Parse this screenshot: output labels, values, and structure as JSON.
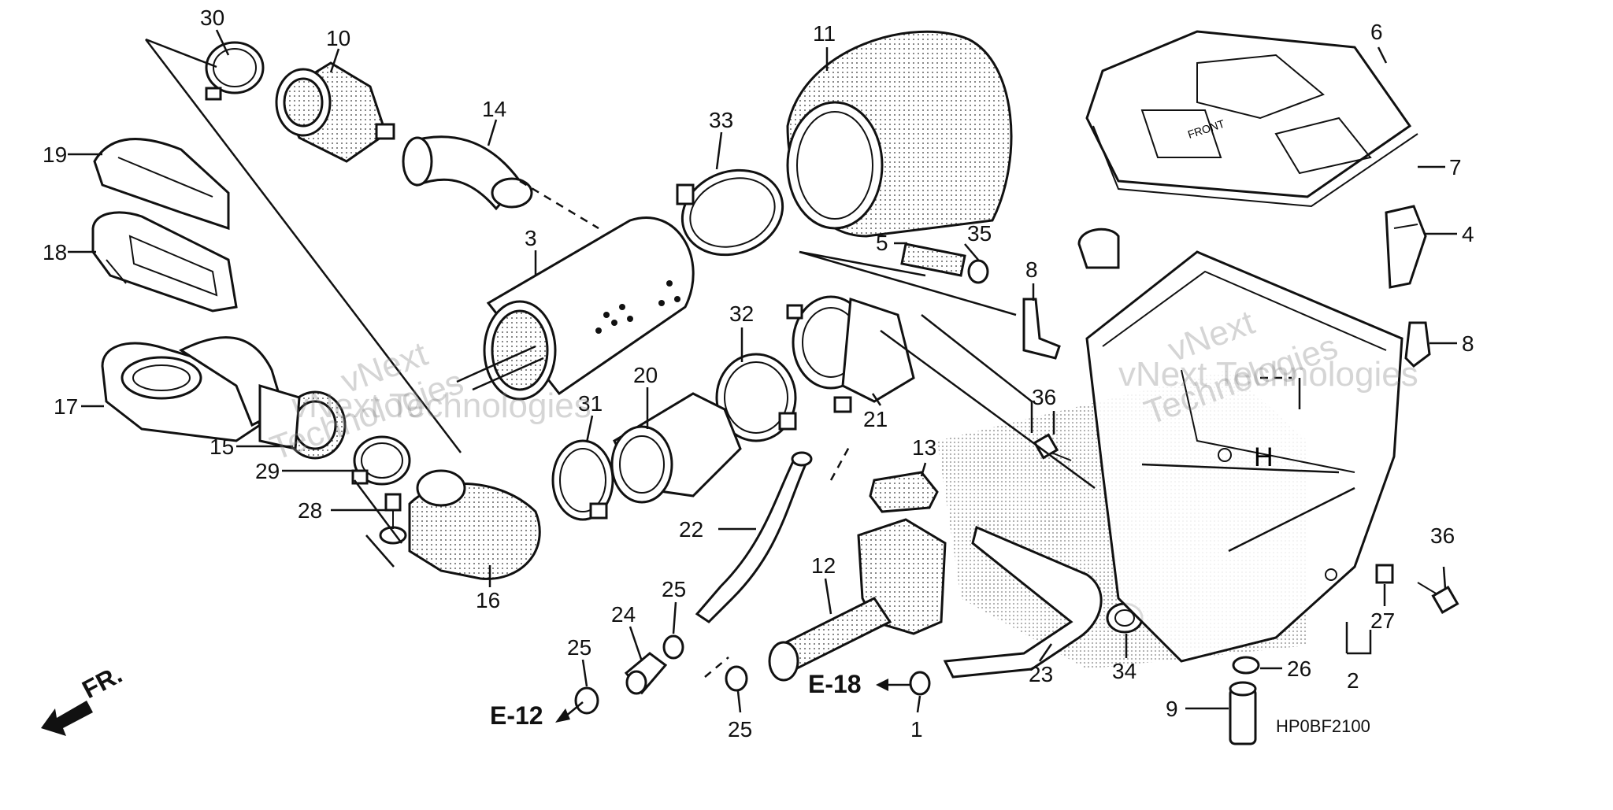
{
  "labels": {
    "p1": "1",
    "p2": "2",
    "p3": "3",
    "p4": "4",
    "p5": "5",
    "p6": "6",
    "p7": "7",
    "p8a": "8",
    "p8b": "8",
    "p9": "9",
    "p10": "10",
    "p11": "11",
    "p12": "12",
    "p13": "13",
    "p14": "14",
    "p15": "15",
    "p16": "16",
    "p17": "17",
    "p18": "18",
    "p19": "19",
    "p20": "20",
    "p21": "21",
    "p22": "22",
    "p23": "23",
    "p24": "24",
    "p25a": "25",
    "p25b": "25",
    "p25c": "25",
    "p26": "26",
    "p27": "27",
    "p28": "28",
    "p29": "29",
    "p30": "30",
    "p31": "31",
    "p32": "32",
    "p33": "33",
    "p34": "34",
    "p35": "35",
    "p36a": "36",
    "p36b": "36"
  },
  "refs": {
    "e12": "E-12",
    "e18": "E-18",
    "front": "FR."
  },
  "diagram_code": "HP0BF2100",
  "part_text": {
    "front_mark": "FRONT",
    "case_letter": "H"
  },
  "watermarks": {
    "w1": "vNext",
    "w2": "vNext Technologies",
    "w3": "Technologies",
    "w4": "vNext",
    "w5": "vNext Technologies",
    "w6": "Technologies"
  }
}
